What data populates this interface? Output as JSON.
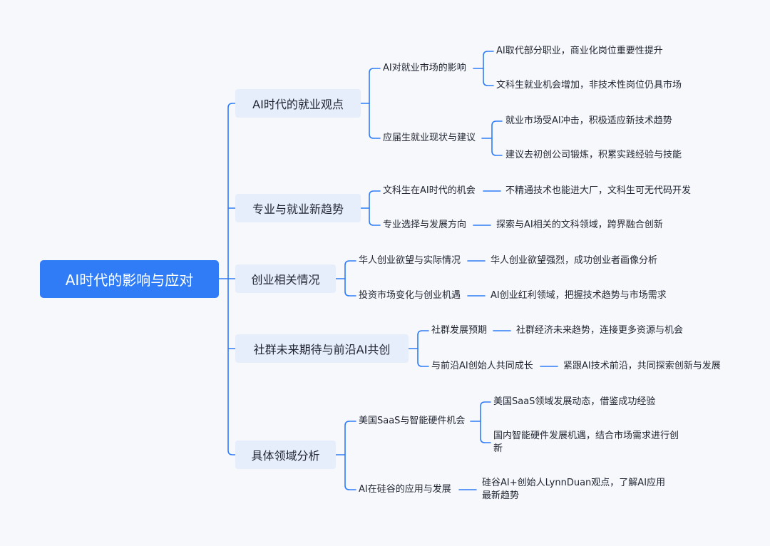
{
  "root": "AI时代的影响与应对",
  "branches": [
    {
      "label": "AI时代的就业观点",
      "children": [
        {
          "label": "AI对就业市场的影响",
          "children": [
            "AI取代部分职业，商业化岗位重要性提升",
            "文科生就业机会增加，非技术性岗位仍具市场"
          ]
        },
        {
          "label": "应届生就业现状与建议",
          "children": [
            "就业市场受AI冲击，积极适应新技术趋势",
            "建议去初创公司锻炼，积累实践经验与技能"
          ]
        }
      ]
    },
    {
      "label": "专业与就业新趋势",
      "children": [
        {
          "label": "文科生在AI时代的机会",
          "children": [
            "不精通技术也能进大厂，文科生可无代码开发"
          ]
        },
        {
          "label": "专业选择与发展方向",
          "children": [
            "探索与AI相关的文科领域，跨界融合创新"
          ]
        }
      ]
    },
    {
      "label": "创业相关情况",
      "children": [
        {
          "label": "华人创业欲望与实际情况",
          "children": [
            "华人创业欲望强烈，成功创业者画像分析"
          ]
        },
        {
          "label": "投资市场变化与创业机遇",
          "children": [
            "AI创业红利领域，把握技术趋势与市场需求"
          ]
        }
      ]
    },
    {
      "label": "社群未来期待与前沿AI共创",
      "children": [
        {
          "label": "社群发展预期",
          "children": [
            "社群经济未来趋势，连接更多资源与机会"
          ]
        },
        {
          "label": "与前沿AI创始人共同成长",
          "children": [
            "紧跟AI技术前沿，共同探索创新与发展"
          ]
        }
      ]
    },
    {
      "label": "具体领域分析",
      "children": [
        {
          "label": "美国SaaS与智能硬件机会",
          "children": [
            "美国SaaS领域发展动态，借鉴成功经验",
            "国内智能硬件发展机遇，结合市场需求进行创新"
          ]
        },
        {
          "label": "AI在硅谷的应用与发展",
          "children": [
            "硅谷AI+创始人LynnDuan观点，了解AI应用最新趋势"
          ]
        }
      ]
    }
  ],
  "colors": {
    "accent": "#2f7cf6",
    "branch_fill": "#e6edfb",
    "background": "#f7f8fc",
    "text": "#1f2430"
  }
}
